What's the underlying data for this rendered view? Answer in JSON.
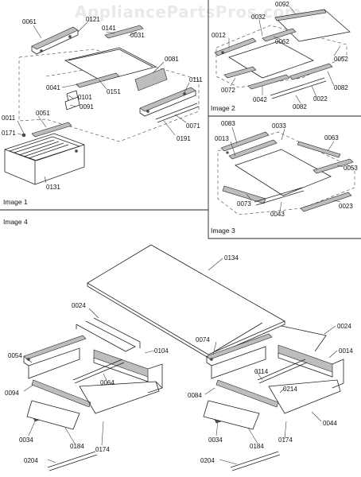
{
  "watermark": "AppliancePartsPros.com",
  "panels": {
    "image1": {
      "caption": "Image 1",
      "parts": [
        "0061",
        "0121",
        "0141",
        "0031",
        "0081",
        "0041",
        "0151",
        "0101",
        "0091",
        "0111",
        "0071",
        "0191",
        "0011",
        "0051",
        "0171",
        "0131"
      ]
    },
    "image2": {
      "caption": "Image 2",
      "parts": [
        "0092",
        "0012",
        "0032",
        "0062",
        "0052",
        "0072",
        "0042",
        "0082",
        "0022",
        "0082"
      ]
    },
    "image3": {
      "caption": "Image 3",
      "parts": [
        "0083",
        "0033",
        "0063",
        "0013",
        "0053",
        "0073",
        "0043",
        "0023"
      ]
    },
    "image4": {
      "caption": "Image 4",
      "parts": [
        "0134",
        "0024",
        "0104",
        "0054",
        "0094",
        "0064",
        "0034",
        "0184",
        "0174",
        "0204",
        "0024",
        "0014",
        "0074",
        "0114",
        "0214",
        "0084",
        "0044",
        "0034",
        "0184",
        "0174",
        "0204"
      ]
    }
  }
}
